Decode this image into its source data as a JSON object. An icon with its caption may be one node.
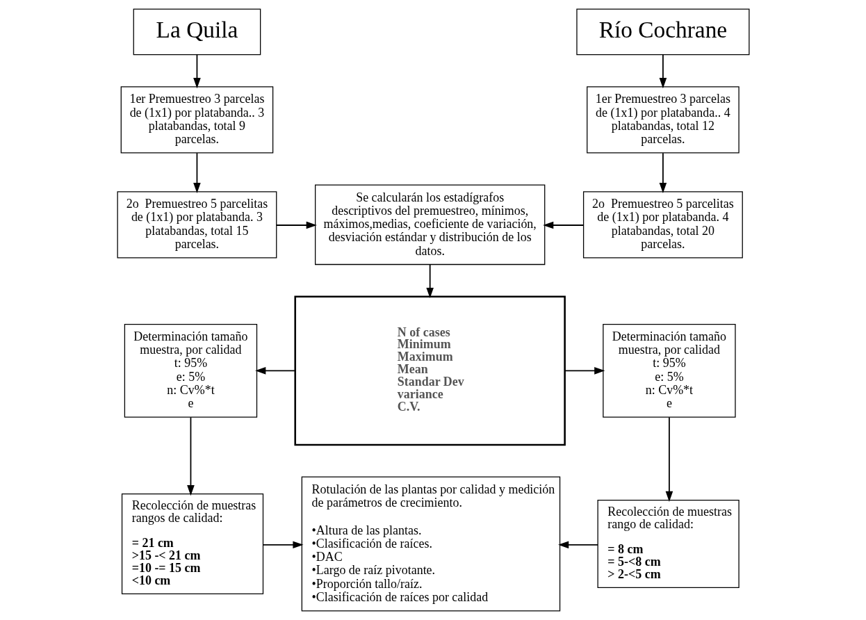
{
  "diagram": {
    "nodes": [
      {
        "text": [
          "La Quila"
        ]
      },
      {
        "text": [
          "Río Cochrane"
        ]
      },
      {
        "text": [
          "1er Premuestreo 3 parcelas de (1x1) por platabanda.. 3 platabandas, total 9 parcelas."
        ]
      },
      {
        "text": [
          "1er Premuestreo 3 parcelas de (1x1) por platabanda.. 4 platabandas, total 12 parcelas."
        ]
      },
      {
        "text": [
          "2o  Premuestreo 5 parcelitas de (1x1) por platabanda. 3 platabandas, total 15 parcelas."
        ]
      },
      {
        "text": [
          "Se calcularán los estadígrafos descriptivos del premuestreo, mínimos, máximos,medias, coeficiente de variación, desviación estándar y distribución de los datos."
        ]
      },
      {
        "text": [
          "2o  Premuestreo 5 parcelitas de (1x1) por platabanda. 4 platabandas, total 20 parcelas."
        ]
      },
      {
        "text": [
          "N of cases",
          "Minimum",
          "Maximum",
          "Mean",
          "Standar Dev",
          "variance",
          "C.V."
        ]
      },
      {
        "text": [
          "Determinación tamaño muestra, por calidad",
          "t: 95%",
          "e: 5%",
          "n: Cv%*t",
          "e"
        ]
      },
      {
        "text": [
          "Determinación tamaño muestra, por calidad",
          "t: 95%",
          "e: 5%",
          "n: Cv%*t",
          "e"
        ]
      },
      {
        "text": [
          "Recolección de muestras rangos de calidad:",
          "= 21 cm",
          ">15 -< 21 cm",
          "=10 -= 15 cm",
          "<10 cm"
        ]
      },
      {
        "text": [
          "Rotulación de las plantas por calidad y medición de parámetros de crecimiento.",
          "•Altura de las plantas.",
          "•Clasificación de raíces.",
          "•DAC",
          "•Largo de raíz pivotante.",
          "•Proporción tallo/raíz.",
          "•Clasificación de raíces por calidad"
        ]
      },
      {
        "text": [
          "Recolección de muestras rango de calidad:",
          "= 8 cm",
          "= 5-<8 cm",
          "> 2-<5 cm"
        ]
      }
    ],
    "edges": [
      {
        "from": 0,
        "to": 2,
        "arrow": "to"
      },
      {
        "from": 1,
        "to": 3,
        "arrow": "to"
      },
      {
        "from": 2,
        "to": 4,
        "arrow": "to"
      },
      {
        "from": 3,
        "to": 6,
        "arrow": "to"
      },
      {
        "from": 4,
        "to": 5,
        "arrow": "to"
      },
      {
        "from": 6,
        "to": 5,
        "arrow": "to"
      },
      {
        "from": 5,
        "to": 7,
        "arrow": "to"
      },
      {
        "from": 7,
        "to": 8,
        "arrow": "to"
      },
      {
        "from": 7,
        "to": 9,
        "arrow": "to"
      },
      {
        "from": 8,
        "to": 10,
        "arrow": "to"
      },
      {
        "from": 9,
        "to": 12,
        "arrow": "to"
      },
      {
        "from": 10,
        "to": 11,
        "arrow": "to"
      },
      {
        "from": 12,
        "to": 11,
        "arrow": "to"
      }
    ]
  }
}
